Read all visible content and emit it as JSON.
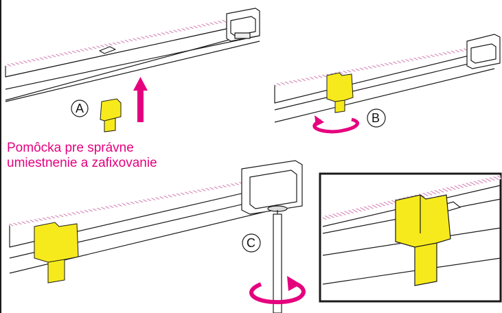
{
  "caption": {
    "line1": "Pomôcka pre správne",
    "line2": "umiestnenie a zafixovanie"
  },
  "steps": [
    {
      "id": "step-a",
      "label": "A"
    },
    {
      "id": "step-b",
      "label": "B"
    },
    {
      "id": "step-c",
      "label": "C"
    }
  ],
  "colors": {
    "accent": "#e5007e",
    "tool": "#f7ea1c",
    "line": "#1a1a1a",
    "stripe": "#c4559a"
  },
  "icons": [
    "arrow-up-icon",
    "rotate-arrow-icon",
    "screwdriver-icon",
    "magnifier-inset-frame"
  ]
}
